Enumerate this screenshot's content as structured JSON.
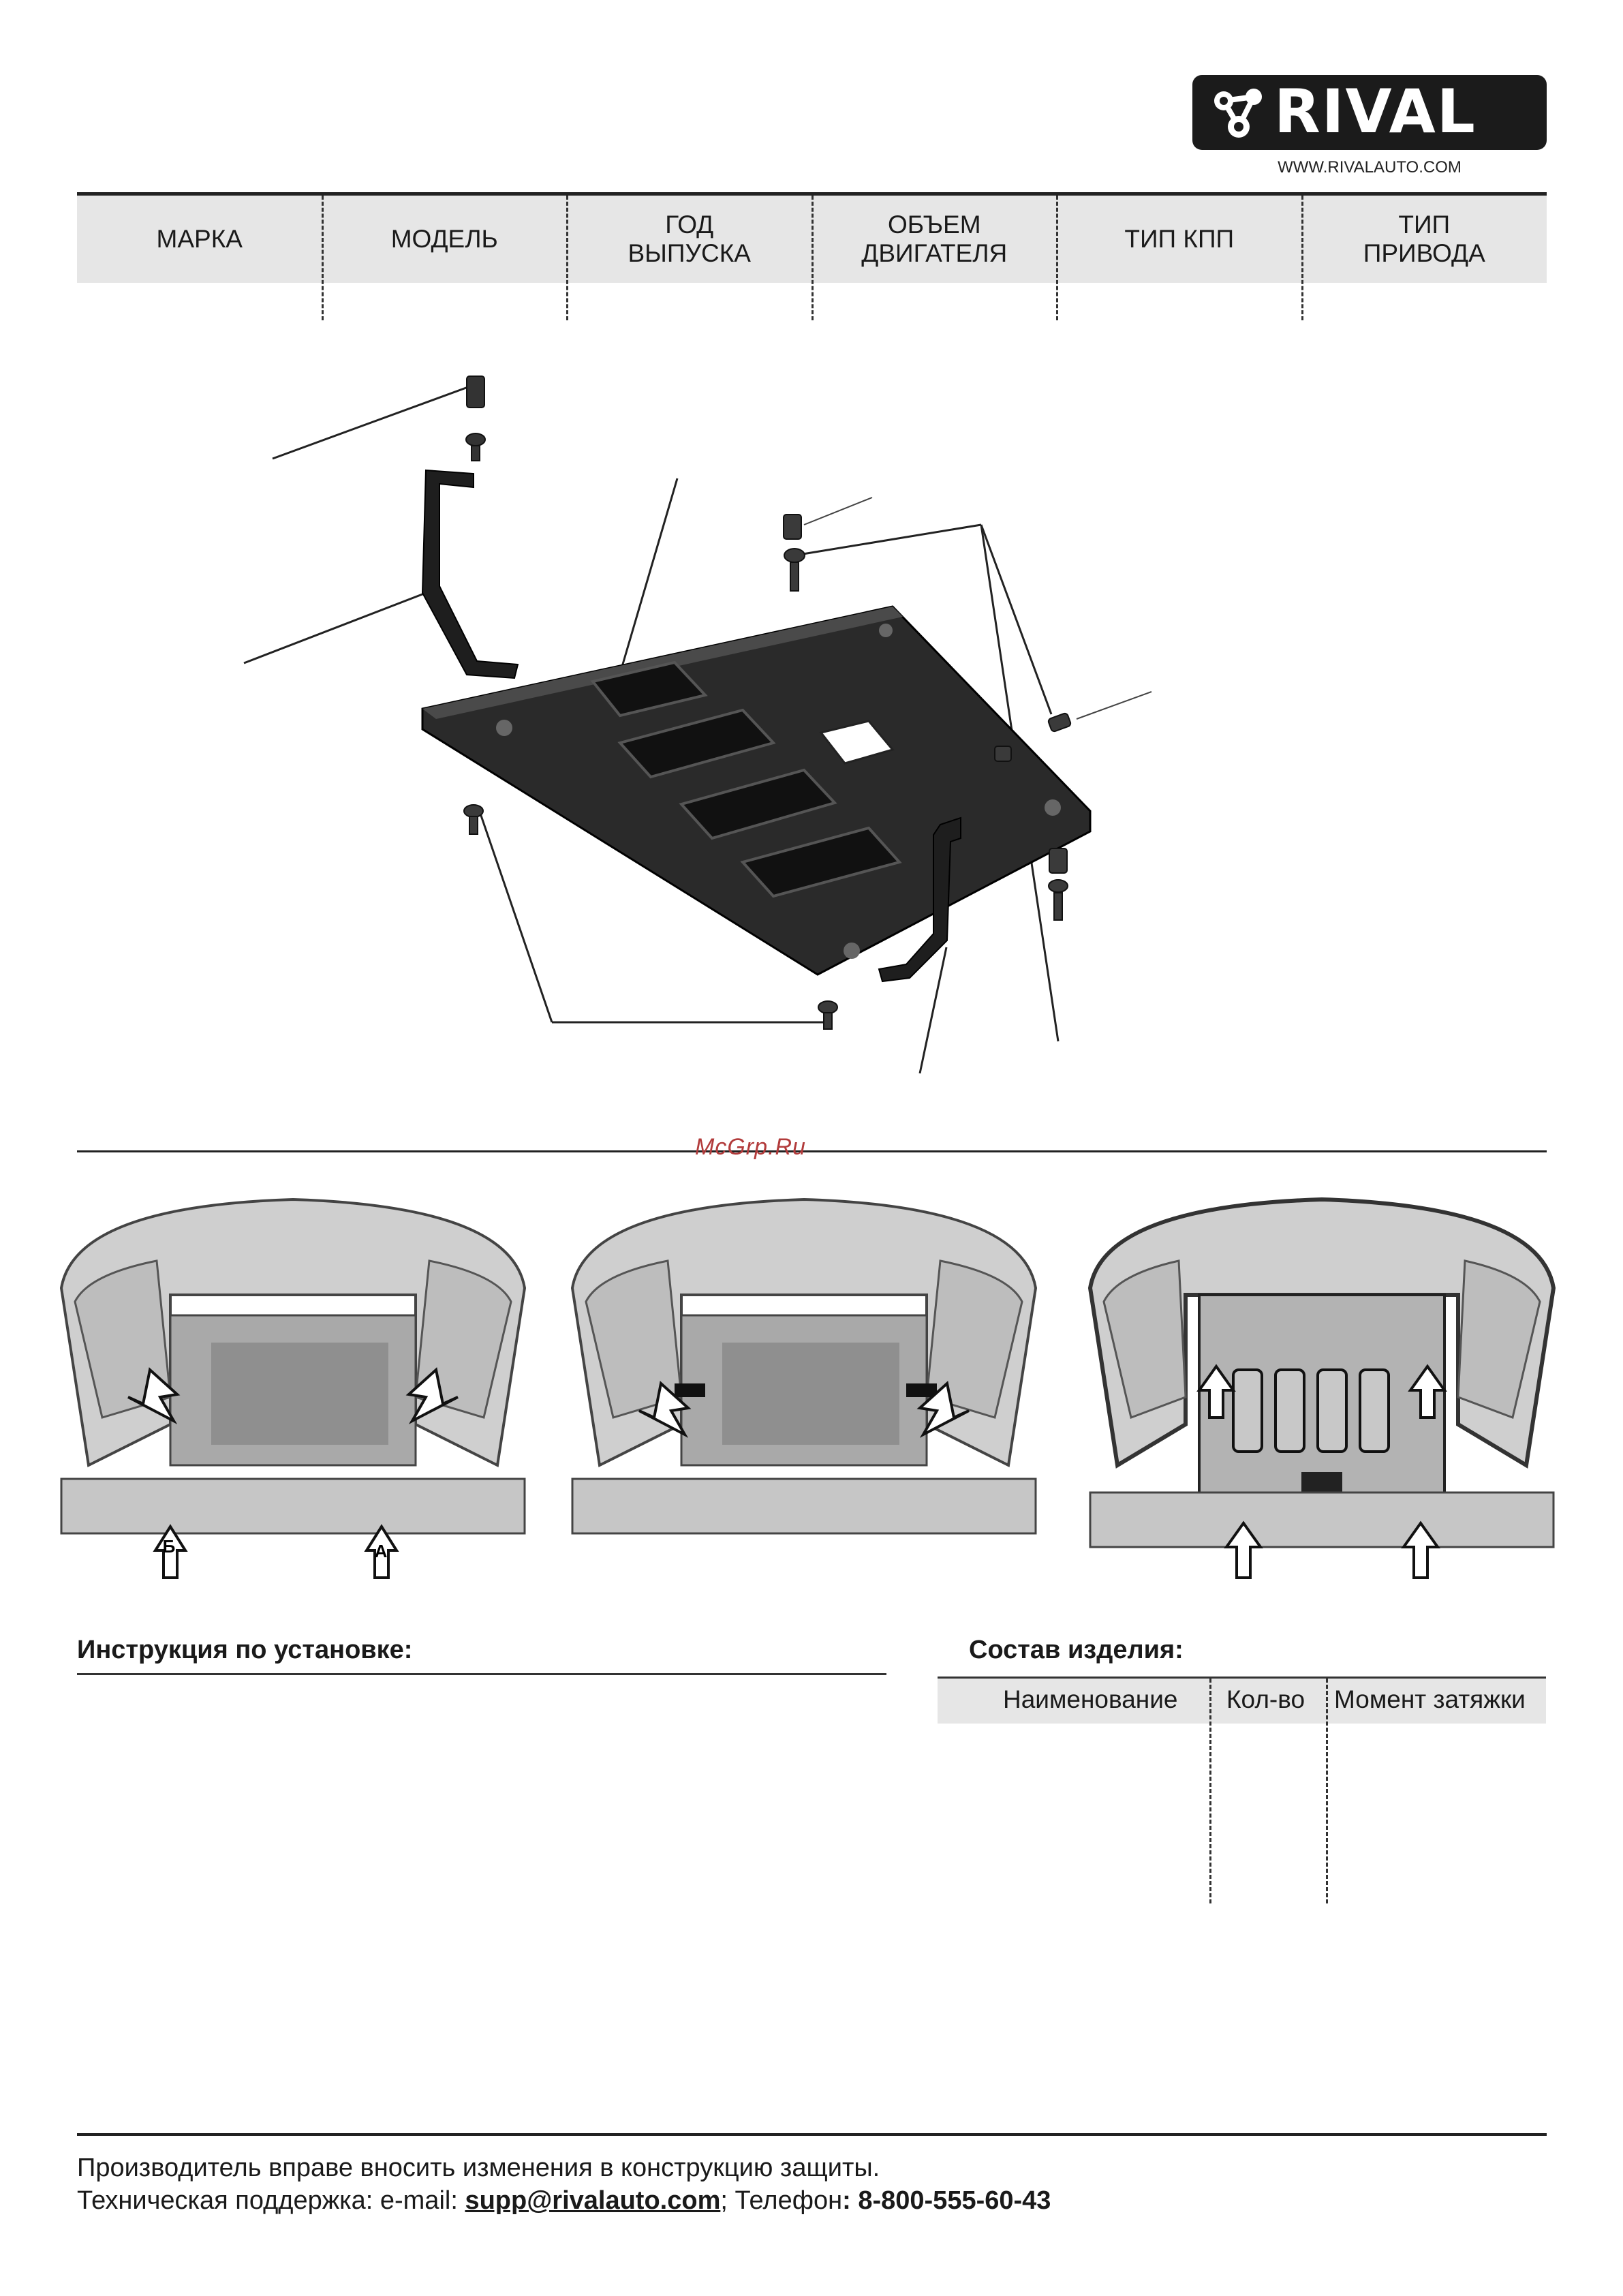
{
  "brand": {
    "name": "RIVAL",
    "website": "WWW.RIVALAUTO.COM"
  },
  "spec_header": {
    "columns": [
      {
        "line1": "МАРКА",
        "line2": ""
      },
      {
        "line1": "МОДЕЛЬ",
        "line2": ""
      },
      {
        "line1": "ГОД",
        "line2": "ВЫПУСКА"
      },
      {
        "line1": "ОБЪЕМ",
        "line2": "ДВИГАТЕЛЯ"
      },
      {
        "line1": "ТИП КПП",
        "line2": ""
      },
      {
        "line1": "ТИП",
        "line2": "ПРИВОДА"
      }
    ]
  },
  "watermark": "McGrp.Ru",
  "photos": {
    "step1_labels": {
      "left_mark": "Б",
      "right_mark": "А"
    }
  },
  "instructions": {
    "title": "Инструкция по установке:"
  },
  "contents": {
    "title": "Состав изделия:",
    "headers": {
      "name": "Наименование",
      "qty": "Кол-во",
      "torque": "Момент затяжки"
    }
  },
  "footer": {
    "notice": "Производитель вправе вносить изменения в конструкцию защиты.",
    "support_label": "Техническая поддержка:  e-mail: ",
    "email": "supp@rivalauto.com",
    "sep": ";",
    "phone_label": " Телефон",
    "phone": ": 8-800-555-60-43"
  },
  "colors": {
    "brand_dark": "#1b1b1b",
    "band_gray": "#e6e6e6",
    "watermark": "#b23b3b"
  }
}
